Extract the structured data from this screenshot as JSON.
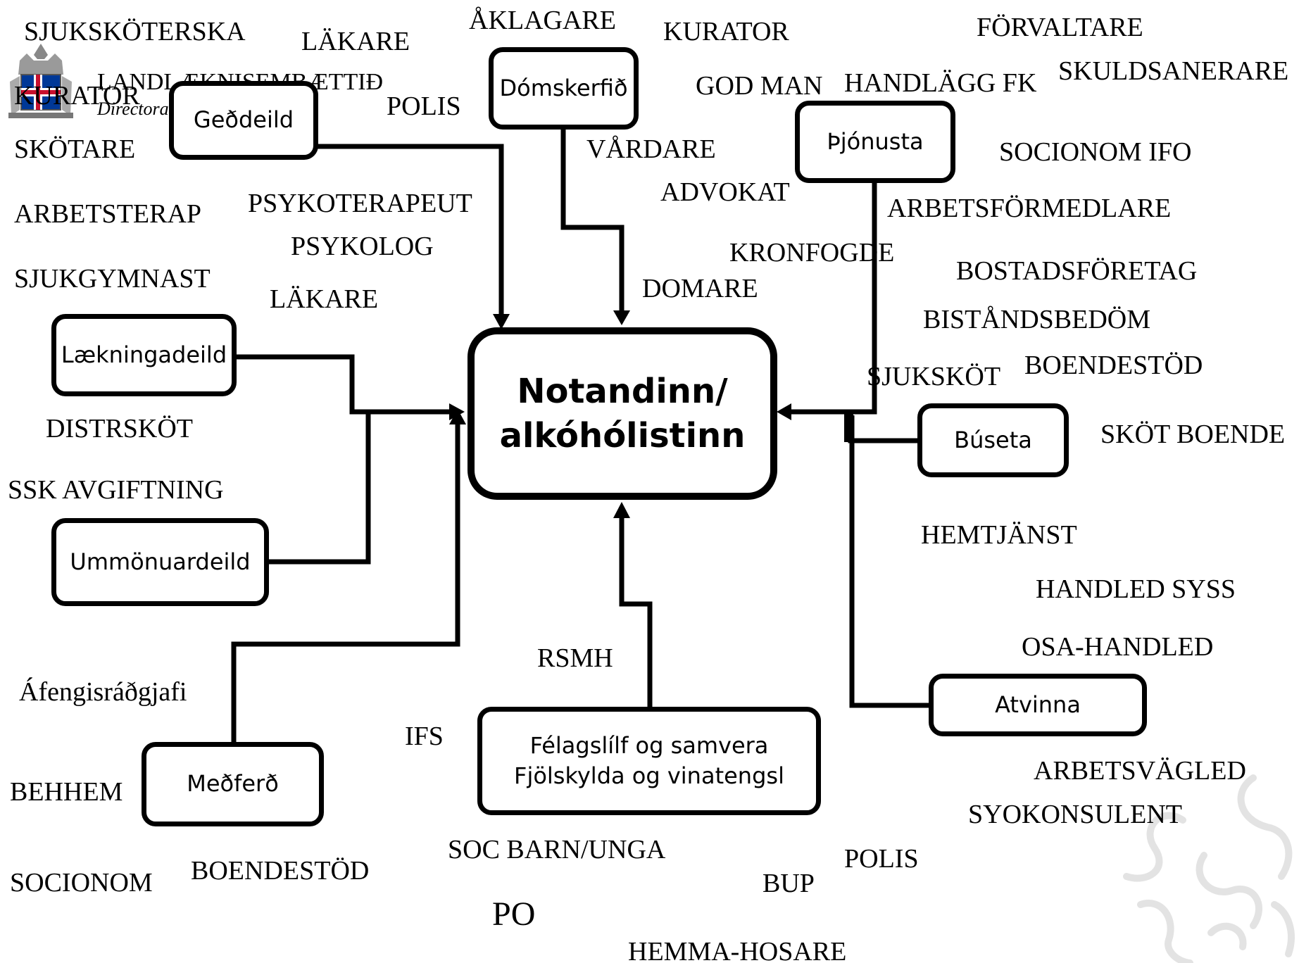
{
  "logo": {
    "name": "LANDLÆKNISEMBÆTTIÐ",
    "subtitle": "Directorate of Health"
  },
  "center": {
    "line1": "Notandinn/",
    "line2": "alkóhólistinn"
  },
  "nodes": {
    "gedeild": "Geðdeild",
    "domskerfid": "Dómskerfið",
    "thjonusta": "Þjónusta",
    "laekningadeild": "Lækningadeild",
    "ummonuardeild": "Ummönuardeild",
    "medferd": "Meðferð",
    "buseta": "Búseta",
    "atvinna": "Atvinna",
    "felagslif_line1": "Félagslílf og samvera",
    "felagslif_line2": "Fjölskylda og vinatengsl"
  },
  "labels": {
    "sjukskoterska": "SJUKSKÖTERSKA",
    "lakare_top": "LÄKARE",
    "aklagare": "ÅKLAGARE",
    "kurator_top": "KURATOR",
    "forvaltare": "FÖRVALTARE",
    "kurator_left": "KURATOR",
    "polis_top": "POLIS",
    "god_man": "GOD MAN",
    "handlagg_fk": "HANDLÄGG FK",
    "skuldsanerare": "SKULDSANERARE",
    "skotare": "SKÖTARE",
    "vardare": "VÅRDARE",
    "socionom_ifo": "SOCIONOM IFO",
    "advokat": "ADVOKAT",
    "arbetsterap": "ARBETSTERAP",
    "psykoterapeut": "PSYKOTERAPEUT",
    "arbetsformedlare": "ARBETSFÖRMEDLARE",
    "psykolog": "PSYKOLOG",
    "kronfogde": "KRONFOGDE",
    "bostadsforetag": "BOSTADSFÖRETAG",
    "sjukgymnast": "SJUKGYMNAST",
    "domare": "DOMARE",
    "lakare_mid": "LÄKARE",
    "bistandsbedom": "BISTÅNDSBEDÖM",
    "boendestod_right": "BOENDESTÖD",
    "sjuksköt": "SJUKSKÖT",
    "distrskot": "DISTRSKÖT",
    "skot_boende": "SKÖT BOENDE",
    "ssk_avgiftning": "SSK AVGIFTNING",
    "hemtjanst": "HEMTJÄNST",
    "handled_syss": "HANDLED SYSS",
    "osa_handled": "OSA-HANDLED",
    "rsmh": "RSMH",
    "afengisradgjafi": "Áfengisráðgjafi",
    "ifs": "IFS",
    "arbetsvagled": "ARBETSVÄGLED",
    "behhem": "BEHHEM",
    "syokonsulent": "SYOKONSULENT",
    "soc_barn_unga": "SOC BARN/UNGA",
    "polis_bottom": "POLIS",
    "socionom": "SOCIONOM",
    "boendestod_left": "BOENDESTÖD",
    "bup": "BUP",
    "po": "PO",
    "hemma_hosare": "HEMMA-HOSARE"
  },
  "colors": {
    "ink": "#000000",
    "background": "#ffffff",
    "logo_red": "#c8102e",
    "logo_blue": "#003897",
    "watermark": "#e6e6e6"
  }
}
